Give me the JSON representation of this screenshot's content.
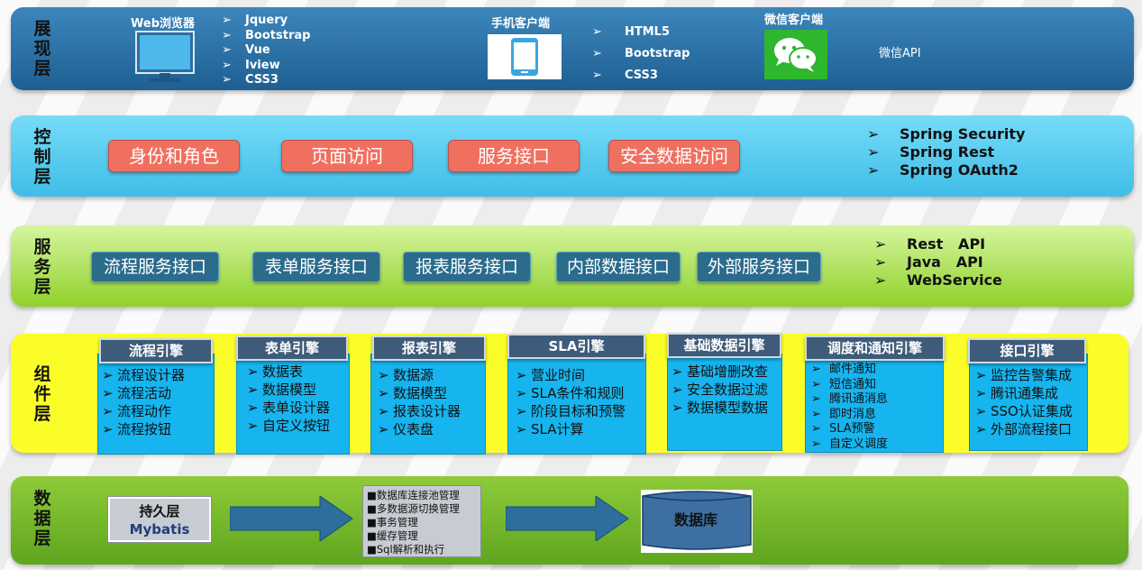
{
  "layers": {
    "presentation": {
      "title_chars": [
        "展",
        "现",
        "层"
      ],
      "web": {
        "heading": "Web浏览器",
        "items": [
          "Jquery",
          "Bootstrap",
          "Vue",
          "Iview",
          "CSS3"
        ]
      },
      "mobile": {
        "heading": "手机客户端",
        "items": [
          "HTML5",
          "Bootstrap",
          "CSS3"
        ]
      },
      "wechat": {
        "heading": "微信客户端",
        "api": "微信API"
      }
    },
    "control": {
      "title_chars": [
        "控",
        "制",
        "层"
      ],
      "boxes": [
        "身份和角色",
        "页面访问",
        "服务接口",
        "安全数据访问"
      ],
      "items": [
        "Spring Security",
        "Spring Rest",
        "Spring OAuth2"
      ]
    },
    "service": {
      "title_chars": [
        "服",
        "务",
        "层"
      ],
      "boxes": [
        "流程服务接口",
        "表单服务接口",
        "报表服务接口",
        "内部数据接口",
        "外部服务接口"
      ],
      "items": [
        "Rest   API",
        "Java   API",
        "WebService"
      ]
    },
    "component": {
      "title_chars": [
        "组",
        "件",
        "层"
      ],
      "engines": [
        {
          "name": "流程引擎",
          "items": [
            "流程设计器",
            "流程活动",
            "流程动作",
            "流程按钮"
          ]
        },
        {
          "name": "表单引擎",
          "items": [
            "数据表",
            "数据模型",
            "表单设计器",
            "自定义按钮"
          ]
        },
        {
          "name": "报表引擎",
          "items": [
            "数据源",
            "数据模型",
            "报表设计器",
            "仪表盘"
          ]
        },
        {
          "name": "SLA引擎",
          "items": [
            "营业时间",
            "SLA条件和规则",
            "阶段目标和预警",
            "SLA计算"
          ]
        },
        {
          "name": "基础数据引擎",
          "items": [
            "基础增删改查",
            "安全数据过滤",
            "数据模型数据"
          ]
        },
        {
          "name": "调度和通知引擎",
          "items": [
            "邮件通知",
            "短信通知",
            "腾讯通消息",
            "即时消息",
            "SLA预警",
            "自定义调度"
          ]
        },
        {
          "name": "接口引擎",
          "items": [
            "监控告警集成",
            "腾讯通集成",
            "SSO认证集成",
            "外部流程接口"
          ]
        }
      ]
    },
    "data": {
      "title_chars": [
        "数",
        "据",
        "层"
      ],
      "persistence": {
        "line1": "持久层",
        "line2": "Mybatis"
      },
      "features": [
        "■数据库连接池管理",
        "■多数据源切换管理",
        "■事务管理",
        "■缓存管理",
        "■Sql解析和执行"
      ],
      "database": "数据库"
    }
  },
  "symbols": {
    "arrow": "➢",
    "small_arrow": "➢"
  },
  "colors": {
    "presentation": "#2a70a6",
    "control": "#4cc6ee",
    "service": "#a6de4a",
    "component": "#fbfd28",
    "data": "#76b82a",
    "salmon_box": "#f07060",
    "teal_box": "#2b6c8d",
    "engine_body": "#16b5ef",
    "engine_header": "#3e5b7a"
  }
}
